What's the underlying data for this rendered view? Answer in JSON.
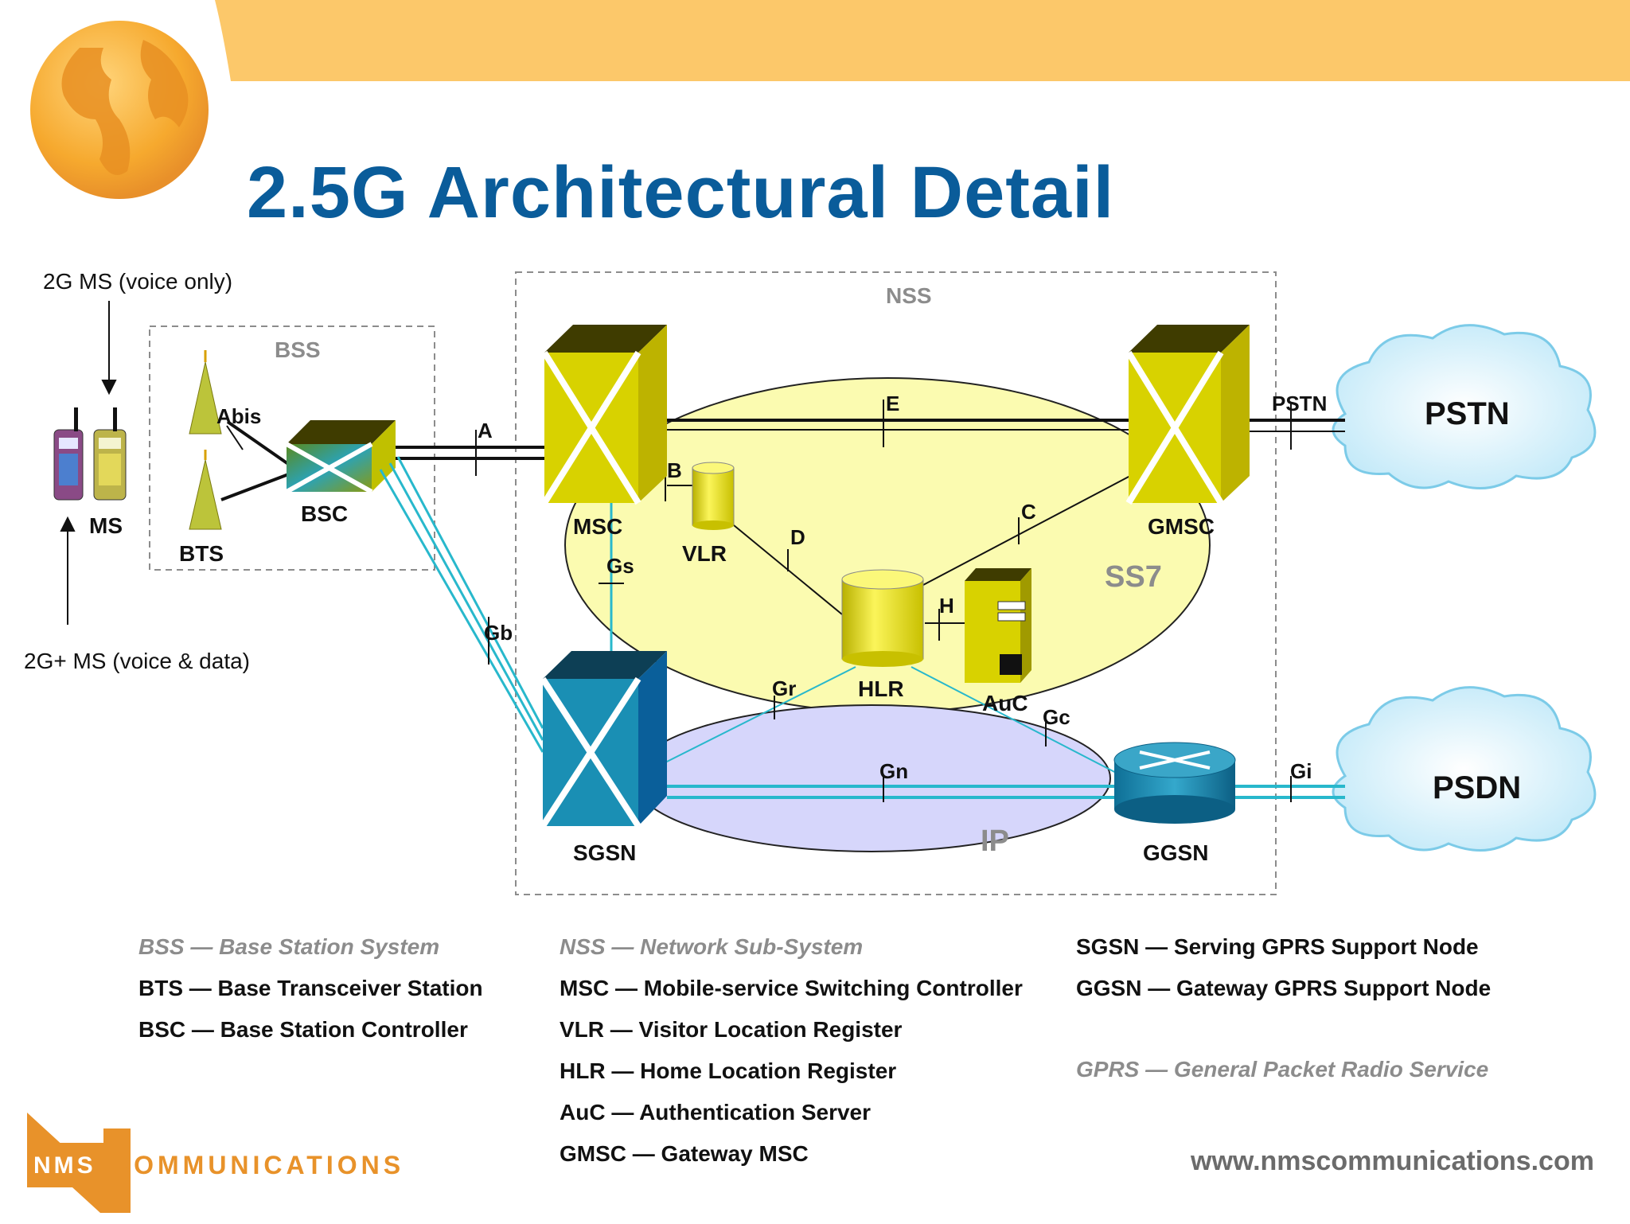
{
  "title": "2.5G Architectural Detail",
  "labels": {
    "ms_2g": "2G MS (voice only)",
    "ms_2gplus": "2G+ MS (voice & data)",
    "ms": "MS",
    "bts": "BTS",
    "bsc": "BSC",
    "bss": "BSS",
    "nss": "NSS",
    "msc": "MSC",
    "vlr": "VLR",
    "hlr": "HLR",
    "auc": "AuC",
    "gmsc": "GMSC",
    "sgsn": "SGSN",
    "ggsn": "GGSN",
    "ss7": "SS7",
    "ip": "IP",
    "pstn_cloud": "PSTN",
    "psdn_cloud": "PSDN"
  },
  "interfaces": {
    "abis": "Abis",
    "a": "A",
    "e": "E",
    "b": "B",
    "c": "C",
    "d": "D",
    "h": "H",
    "gs": "Gs",
    "gb": "Gb",
    "gr": "Gr",
    "gc": "Gc",
    "gn": "Gn",
    "gi": "Gi",
    "pstn": "PSTN"
  },
  "legend": {
    "col1": [
      {
        "text": "BSS — Base Station System",
        "style": "gray"
      },
      {
        "text": "BTS — Base Transceiver Station",
        "style": "normal"
      },
      {
        "text": "BSC — Base Station Controller",
        "style": "normal"
      }
    ],
    "col2": [
      {
        "text": "NSS — Network Sub-System",
        "style": "gray"
      },
      {
        "text": "MSC — Mobile-service Switching Controller",
        "style": "normal"
      },
      {
        "text": "VLR — Visitor Location Register",
        "style": "normal"
      },
      {
        "text": "HLR — Home Location Register",
        "style": "normal"
      },
      {
        "text": "AuC — Authentication Server",
        "style": "normal"
      },
      {
        "text": "GMSC — Gateway MSC",
        "style": "normal"
      }
    ],
    "col3": [
      {
        "text": "SGSN — Serving GPRS Support Node",
        "style": "normal"
      },
      {
        "text": "GGSN — Gateway GPRS Support Node",
        "style": "normal"
      },
      {
        "text": "GPRS — General Packet Radio Service",
        "style": "gray"
      }
    ]
  },
  "footer": {
    "logo_nms": "NMS",
    "logo_comm": "COMMUNICATIONS",
    "url": "www.nmscommunications.com"
  },
  "colors": {
    "title": "#0a5c9a",
    "banner": "#fcc86a",
    "ss7_fill": "#fbfbb0",
    "ip_fill": "#d6d6fb",
    "switch_yellow": "#d8d200",
    "switch_teal": "#1a8fb4",
    "link_cyan": "#28b8cc",
    "cloud": "#cfeefa"
  }
}
